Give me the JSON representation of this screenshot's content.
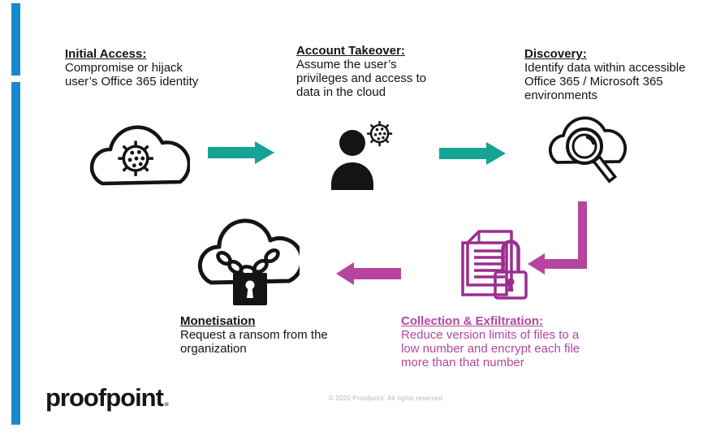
{
  "colors": {
    "teal": "#16a394",
    "magenta": "#b5459e",
    "magenta_dark": "#9c2d8f",
    "blue": "#1789d0",
    "ink": "#141414"
  },
  "steps": {
    "initial_access": {
      "title": "Initial Access:",
      "body": "Compromise or hijack\nuser’s Office 365 identity"
    },
    "account_takeover": {
      "title": "Account Takeover:",
      "body": "Assume the user’s\nprivileges and access to\ndata in the cloud"
    },
    "discovery": {
      "title": "Discovery:",
      "body": "Identify data within accessible\nOffice 365 / Microsoft 365\nenvironments"
    },
    "monetisation": {
      "title": "Monetisation",
      "body": "Request a ransom from the\norganization"
    },
    "collection_exfiltration": {
      "title": "Collection & Exfiltration:",
      "body": "Reduce version limits of files to a\nlow number and encrypt each file\nmore than that number"
    }
  },
  "icons": {
    "step1": "cloud-virus-icon",
    "step2": "person-virus-icon",
    "step3": "cloud-search-icon",
    "step4": "cloud-chain-lock-icon",
    "step5": "documents-lock-icon"
  },
  "footer": {
    "logo": "proofpoint",
    "logo_dot": ".",
    "copyright": "© 2020 Proofpoint. All rights reserved"
  }
}
